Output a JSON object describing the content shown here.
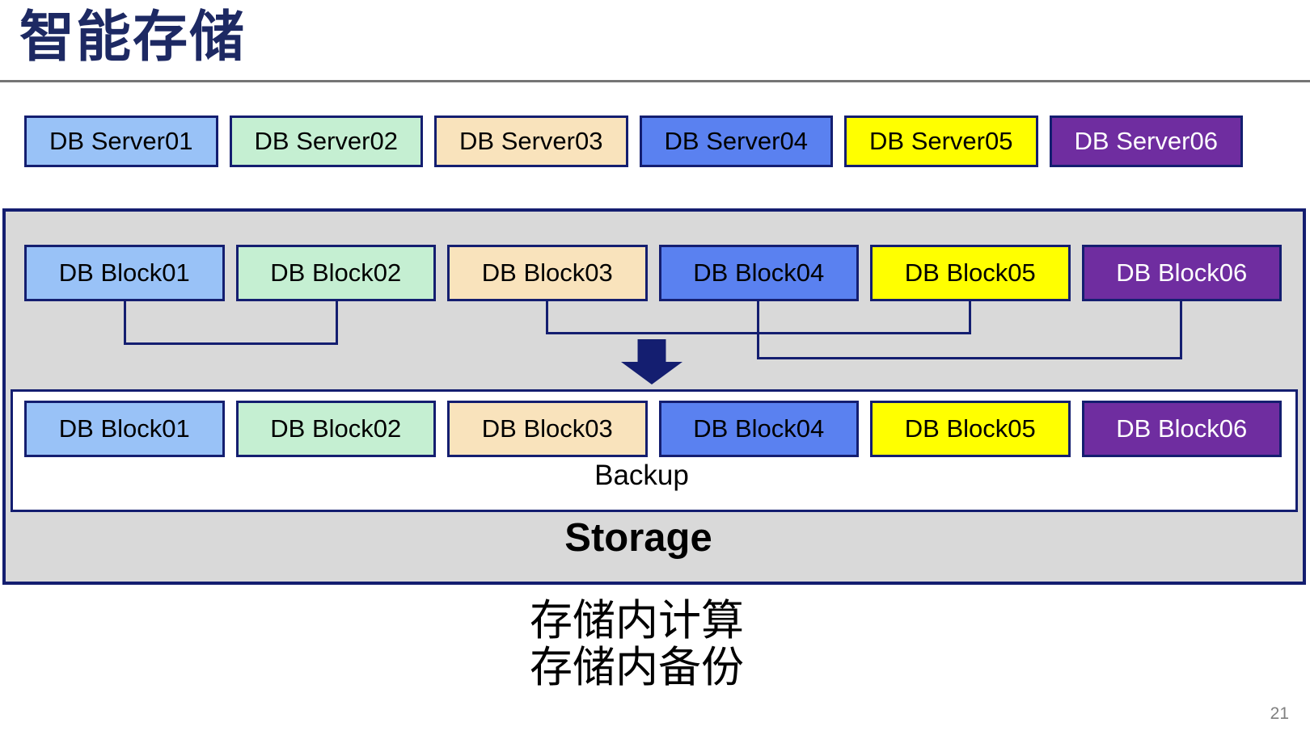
{
  "slide": {
    "title": "智能存储",
    "page_number": "21",
    "captions": [
      "存储内计算",
      "存储内备份"
    ]
  },
  "colors": {
    "title_navy": "#1D2963",
    "border_navy": "#141E70",
    "divider_gray": "#757575",
    "container_fill": "#D9D9D9",
    "page_number_gray": "#808080",
    "palette": {
      "light_blue": "#99C2F7",
      "mint_green": "#C5EFD2",
      "tan": "#F9E3BC",
      "medium_blue": "#5A81F0",
      "yellow": "#FFFF00",
      "purple": "#6F2DA0"
    }
  },
  "db_servers": [
    {
      "label": "DB Server01",
      "fill": "#99C2F7",
      "text": "#000000"
    },
    {
      "label": "DB Server02",
      "fill": "#C5EFD2",
      "text": "#000000"
    },
    {
      "label": "DB Server03",
      "fill": "#F9E3BC",
      "text": "#000000"
    },
    {
      "label": "DB Server04",
      "fill": "#5A81F0",
      "text": "#000000"
    },
    {
      "label": "DB Server05",
      "fill": "#FFFF00",
      "text": "#000000"
    },
    {
      "label": "DB Server06",
      "fill": "#6F2DA0",
      "text": "#FFFFFF"
    }
  ],
  "storage_container": {
    "storage_label": "Storage",
    "backup_label": "Backup",
    "blocks_top": [
      {
        "label": "DB Block01",
        "fill": "#99C2F7",
        "text": "#000000"
      },
      {
        "label": "DB Block02",
        "fill": "#C5EFD2",
        "text": "#000000"
      },
      {
        "label": "DB Block03",
        "fill": "#F9E3BC",
        "text": "#000000"
      },
      {
        "label": "DB Block04",
        "fill": "#5A81F0",
        "text": "#000000"
      },
      {
        "label": "DB Block05",
        "fill": "#FFFF00",
        "text": "#000000"
      },
      {
        "label": "DB Block06",
        "fill": "#6F2DA0",
        "text": "#FFFFFF"
      }
    ],
    "blocks_bottom": [
      {
        "label": "DB Block01",
        "fill": "#99C2F7",
        "text": "#000000"
      },
      {
        "label": "DB Block02",
        "fill": "#C5EFD2",
        "text": "#000000"
      },
      {
        "label": "DB Block03",
        "fill": "#F9E3BC",
        "text": "#000000"
      },
      {
        "label": "DB Block04",
        "fill": "#5A81F0",
        "text": "#000000"
      },
      {
        "label": "DB Block05",
        "fill": "#FFFF00",
        "text": "#000000"
      },
      {
        "label": "DB Block06",
        "fill": "#6F2DA0",
        "text": "#FFFFFF"
      }
    ],
    "connections": [
      {
        "from": "DB Block01",
        "to": "DB Block02"
      },
      {
        "from": "DB Block03",
        "to": "DB Block05"
      },
      {
        "from": "DB Block04",
        "to": "DB Block06"
      }
    ]
  }
}
